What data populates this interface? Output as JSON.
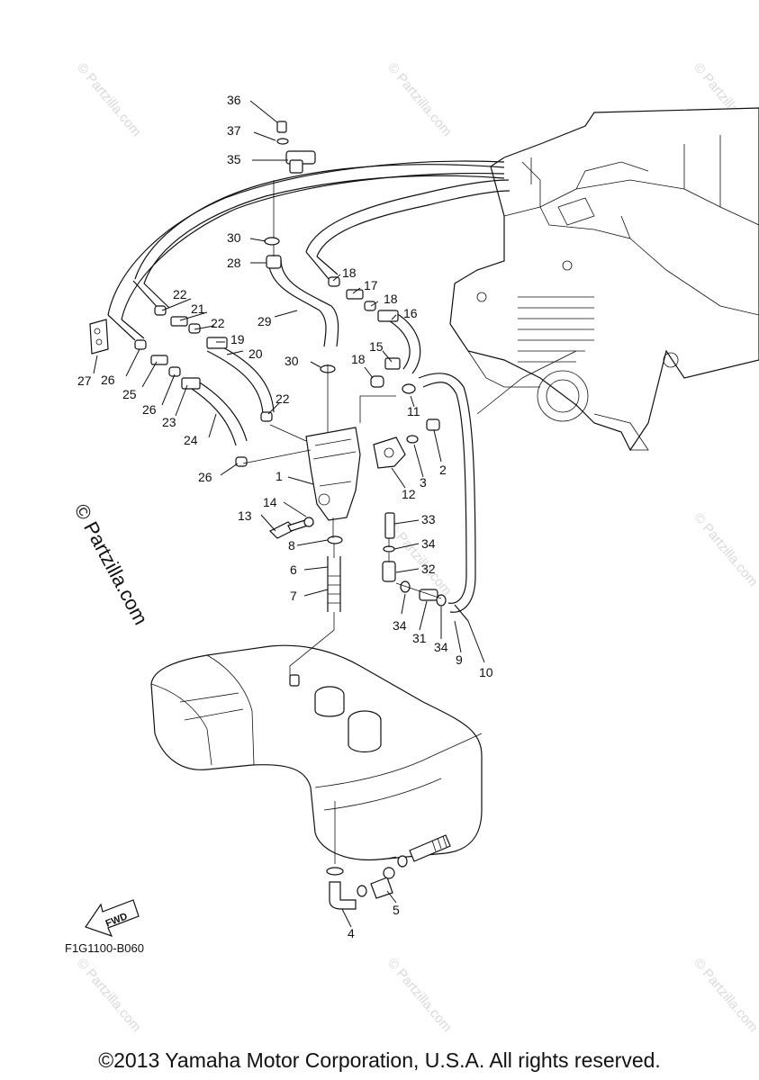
{
  "diagram": {
    "code": "F1G1100-B060",
    "fwd_label": "FWD",
    "copyright": "©2013 Yamaha Motor Corporation, U.S.A. All rights reserved.",
    "watermark": "© Partzilla.com",
    "callouts": {
      "c1": "1",
      "c2": "2",
      "c3": "3",
      "c4": "4",
      "c5": "5",
      "c6": "6",
      "c7": "7",
      "c8": "8",
      "c9": "9",
      "c10": "10",
      "c11": "11",
      "c12": "12",
      "c13": "13",
      "c14": "14",
      "c15": "15",
      "c16": "16",
      "c17": "17",
      "c18a": "18",
      "c18b": "18",
      "c18c": "18",
      "c19": "19",
      "c20": "20",
      "c21": "21",
      "c22a": "22",
      "c22b": "22",
      "c22c": "22",
      "c23": "23",
      "c24": "24",
      "c25": "25",
      "c26a": "26",
      "c26b": "26",
      "c26c": "26",
      "c27": "27",
      "c28": "28",
      "c29": "29",
      "c30a": "30",
      "c30b": "30",
      "c31": "31",
      "c32": "32",
      "c33": "33",
      "c34a": "34",
      "c34b": "34",
      "c34c": "34",
      "c35": "35",
      "c36": "36",
      "c37": "37"
    }
  }
}
